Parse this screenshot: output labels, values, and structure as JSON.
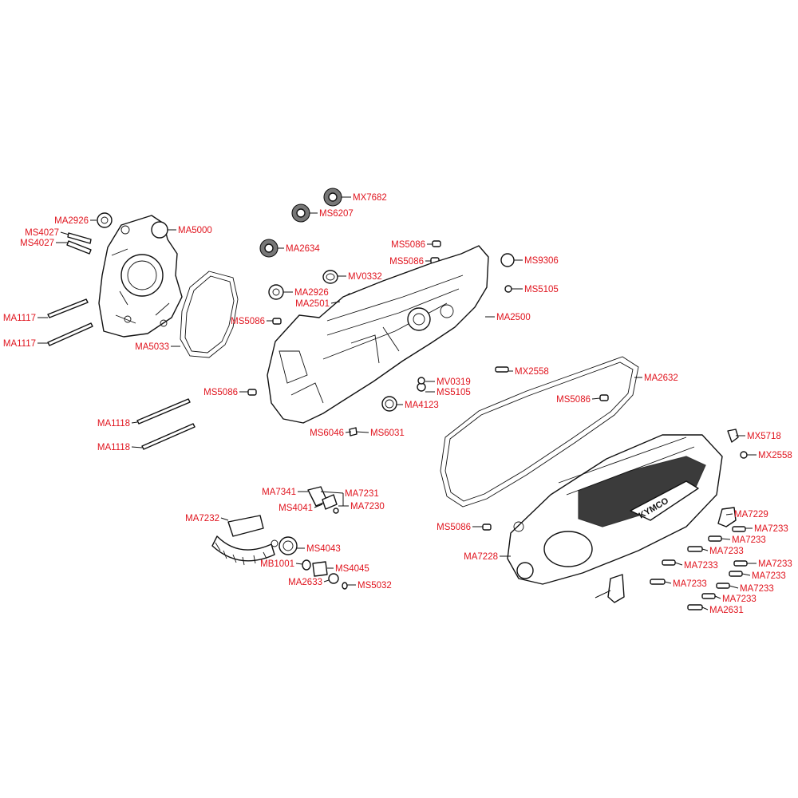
{
  "colors": {
    "label": "#e0141e",
    "line": "#111111",
    "background": "#ffffff"
  },
  "cover_logo": "KYMCO",
  "labels": [
    "MA2926",
    "MS4027",
    "MS4027",
    "MA5000",
    "MA1117",
    "MA1117",
    "MA5033",
    "MX7682",
    "MS6207",
    "MA2634",
    "MV0332",
    "MA2926",
    "MA2501",
    "MS5086",
    "MS5086",
    "MS9306",
    "MS5105",
    "MA2500",
    "MS5086",
    "MS5086",
    "MV0319",
    "MS5105",
    "MA4123",
    "MA1118",
    "MA1118",
    "MS6046",
    "MS6031",
    "MX2558",
    "MA2632",
    "MS5086",
    "MX5718",
    "MX2558",
    "MA7341",
    "MA7231",
    "MS4041",
    "MA7230",
    "MA7232",
    "MS4043",
    "MB1001",
    "MS4045",
    "MA2633",
    "MS5032",
    "MS5086",
    "MA7228",
    "MA7229",
    "MA7233",
    "MA7233",
    "MA7233",
    "MA7233",
    "MA7233",
    "MA7233",
    "MA7233",
    "MA7233",
    "MA7233",
    "MA2631"
  ]
}
